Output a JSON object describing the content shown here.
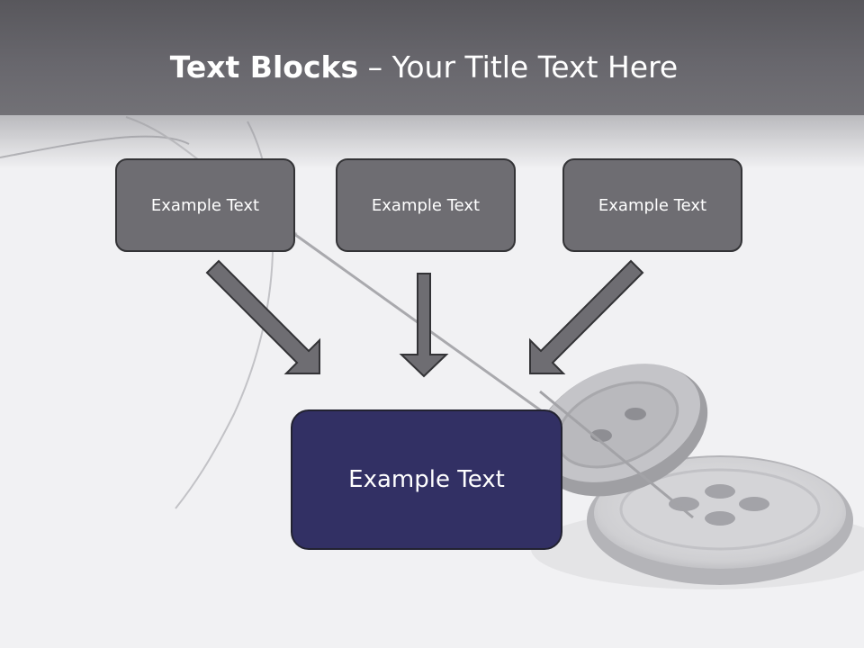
{
  "title": {
    "bold": "Text Blocks",
    "separator": " – ",
    "rest": "Your Title Text Here"
  },
  "blocks": [
    {
      "label": "Example Text"
    },
    {
      "label": "Example Text"
    },
    {
      "label": "Example Text"
    }
  ],
  "target": {
    "label": "Example Text"
  },
  "colors": {
    "header": "#68676d",
    "block_fill": "#6e6d72",
    "block_border": "#333336",
    "target_fill": "#323064",
    "arrow_fill": "#6e6d72"
  }
}
